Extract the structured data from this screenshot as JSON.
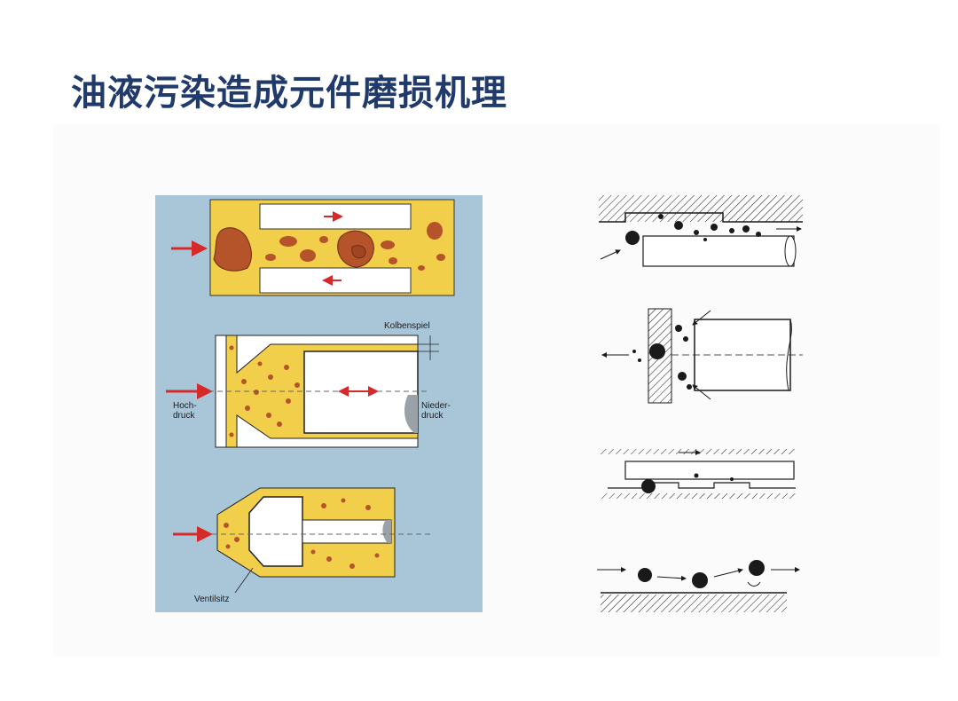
{
  "slide": {
    "title": "油液污染造成元件磨损机理"
  },
  "left_diagram": {
    "labels": {
      "piston_clearance": "Kolbenspiel",
      "high_pressure_line1": "Hoch-",
      "high_pressure_line2": "druck",
      "low_pressure_line1": "Nieder-",
      "low_pressure_line2": "druck",
      "valve_seat": "Ventilsitz"
    },
    "colors": {
      "panel_bg": "#a9c6d9",
      "fluid": "#f2cf4a",
      "particle": "#b5532a",
      "arrow": "#d62a2a"
    }
  },
  "right_diagram": {
    "colors": {
      "ink": "#1a1a1a"
    }
  }
}
